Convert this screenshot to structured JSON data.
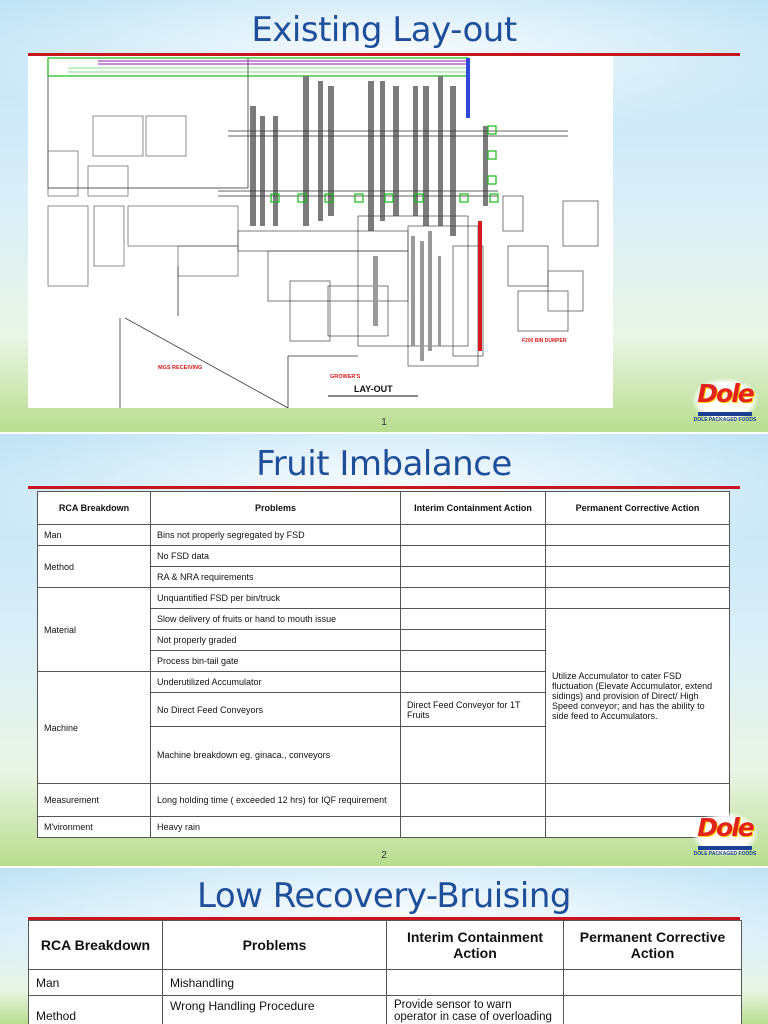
{
  "slide1": {
    "title": "Existing Lay-out",
    "number": "1",
    "drawing": {
      "label_receiving": "MGS RECEIVING",
      "label_growers": "GROWER'S",
      "label_layout": "LAY-OUT",
      "label_bin_dumper": "F200 BIN DUMPER"
    },
    "logo": {
      "word": "Dole",
      "tag": "DOLE PACKAGED FOODS"
    }
  },
  "slide2": {
    "title": "Fruit Imbalance",
    "number": "2",
    "headers": [
      "RCA Breakdown",
      "Problems",
      "Interim Containment Action",
      "Permanent Corrective Action"
    ],
    "categories": {
      "man": "Man",
      "method": "Method",
      "material": "Material",
      "machine": "Machine",
      "measurement": "Measurement",
      "environment": "M'vironment"
    },
    "problems": [
      "Bins not properly segregated by FSD",
      "No FSD data",
      "RA & NRA requirements",
      "Unquantified FSD per bin/truck",
      "Slow delivery of fruits or hand to mouth issue",
      "Not properly graded",
      "Process bin-tail gate",
      "Underutilized Accumulator",
      "No Direct Feed Conveyors",
      "Machine breakdown eg. ginaca., conveyors",
      "Long holding time ( exceeded 12 hrs) for IQF requirement",
      "Heavy rain"
    ],
    "interim_direct_feed": "Direct Feed Conveyor for 1T Fruits",
    "permanent_action": "Utilize Accumulator to cater FSD fluctuation (Elevate Accumulator, extend sidings) and provision of Direct/ High Speed conveyor; and has the ability to side feed to Accumulators.",
    "logo": {
      "word": "Dole",
      "tag": "DOLE PACKAGED FOODS"
    }
  },
  "slide3": {
    "title": "Low Recovery-Bruising",
    "headers": [
      "RCA Breakdown",
      "Problems",
      "Interim Containment Action",
      "Permanent Corrective Action"
    ],
    "rows": [
      {
        "category": "Man",
        "problem": "Mishandling",
        "interim": "",
        "permanent": ""
      },
      {
        "category": "Method",
        "problem": "Wrong Handling Procedure",
        "interim": "Provide sensor to warn operator in case of overloading",
        "permanent": ""
      }
    ]
  }
}
